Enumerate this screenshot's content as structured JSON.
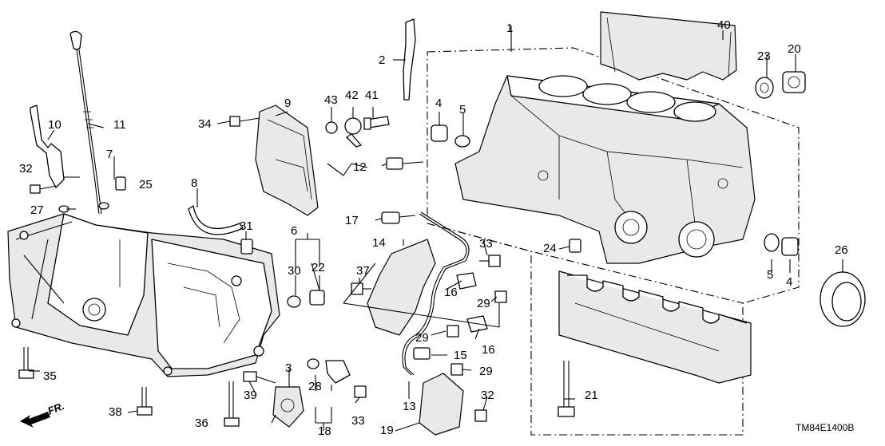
{
  "diagram_code": "TM84E1400B",
  "direction_label": "FR.",
  "callouts": [
    {
      "key": "c1",
      "text": "1"
    },
    {
      "key": "c2",
      "text": "2"
    },
    {
      "key": "c3",
      "text": "3"
    },
    {
      "key": "c4a",
      "text": "4"
    },
    {
      "key": "c4b",
      "text": "4"
    },
    {
      "key": "c5a",
      "text": "5"
    },
    {
      "key": "c5b",
      "text": "5"
    },
    {
      "key": "c6",
      "text": "6"
    },
    {
      "key": "c7",
      "text": "7"
    },
    {
      "key": "c8",
      "text": "8"
    },
    {
      "key": "c9",
      "text": "9"
    },
    {
      "key": "c10",
      "text": "10"
    },
    {
      "key": "c11",
      "text": "11"
    },
    {
      "key": "c12",
      "text": "12"
    },
    {
      "key": "c13",
      "text": "13"
    },
    {
      "key": "c14",
      "text": "14"
    },
    {
      "key": "c15",
      "text": "15"
    },
    {
      "key": "c16a",
      "text": "16"
    },
    {
      "key": "c16b",
      "text": "16"
    },
    {
      "key": "c17",
      "text": "17"
    },
    {
      "key": "c18",
      "text": "18"
    },
    {
      "key": "c19",
      "text": "19"
    },
    {
      "key": "c20",
      "text": "20"
    },
    {
      "key": "c21",
      "text": "21"
    },
    {
      "key": "c22",
      "text": "22"
    },
    {
      "key": "c23",
      "text": "23"
    },
    {
      "key": "c24",
      "text": "24"
    },
    {
      "key": "c25",
      "text": "25"
    },
    {
      "key": "c26",
      "text": "26"
    },
    {
      "key": "c27",
      "text": "27"
    },
    {
      "key": "c28",
      "text": "28"
    },
    {
      "key": "c29a",
      "text": "29"
    },
    {
      "key": "c29b",
      "text": "29"
    },
    {
      "key": "c29c",
      "text": "29"
    },
    {
      "key": "c30",
      "text": "30"
    },
    {
      "key": "c31",
      "text": "31"
    },
    {
      "key": "c32a",
      "text": "32"
    },
    {
      "key": "c32b",
      "text": "32"
    },
    {
      "key": "c33a",
      "text": "33"
    },
    {
      "key": "c33b",
      "text": "33"
    },
    {
      "key": "c34",
      "text": "34"
    },
    {
      "key": "c35",
      "text": "35"
    },
    {
      "key": "c36",
      "text": "36"
    },
    {
      "key": "c37",
      "text": "37"
    },
    {
      "key": "c38",
      "text": "38"
    },
    {
      "key": "c39",
      "text": "39"
    },
    {
      "key": "c40",
      "text": "40"
    },
    {
      "key": "c41",
      "text": "41"
    },
    {
      "key": "c42",
      "text": "42"
    },
    {
      "key": "c43",
      "text": "43"
    }
  ]
}
